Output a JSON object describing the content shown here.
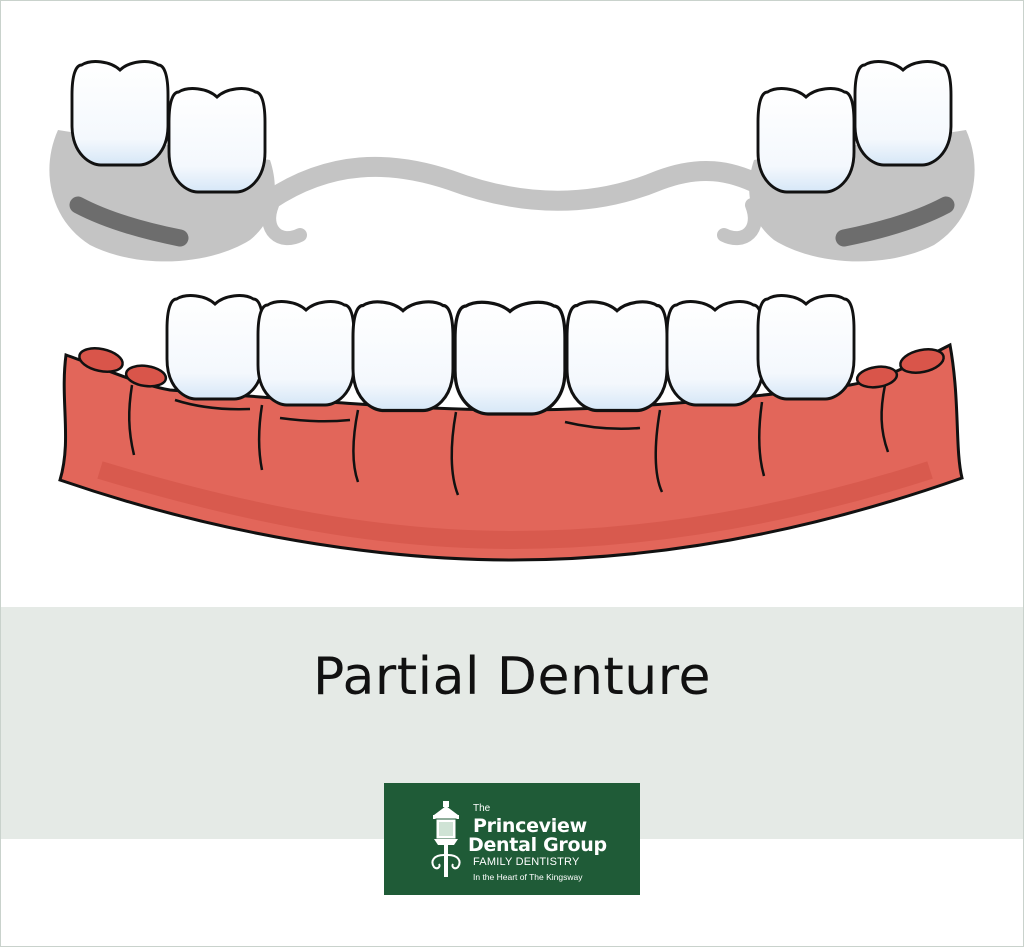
{
  "caption": "Partial Denture",
  "logo": {
    "the": "The",
    "line1": "Princeview",
    "line2": "Dental Group",
    "line3": "FAMILY DENTISTRY",
    "line4": "In the Heart of The Kingsway"
  },
  "colors": {
    "gum": "#e2665a",
    "metal_frame": "#c4c4c4",
    "tooth": "#ffffff",
    "caption_band": "#e5eae6",
    "logo_background": "#1f5b37"
  }
}
